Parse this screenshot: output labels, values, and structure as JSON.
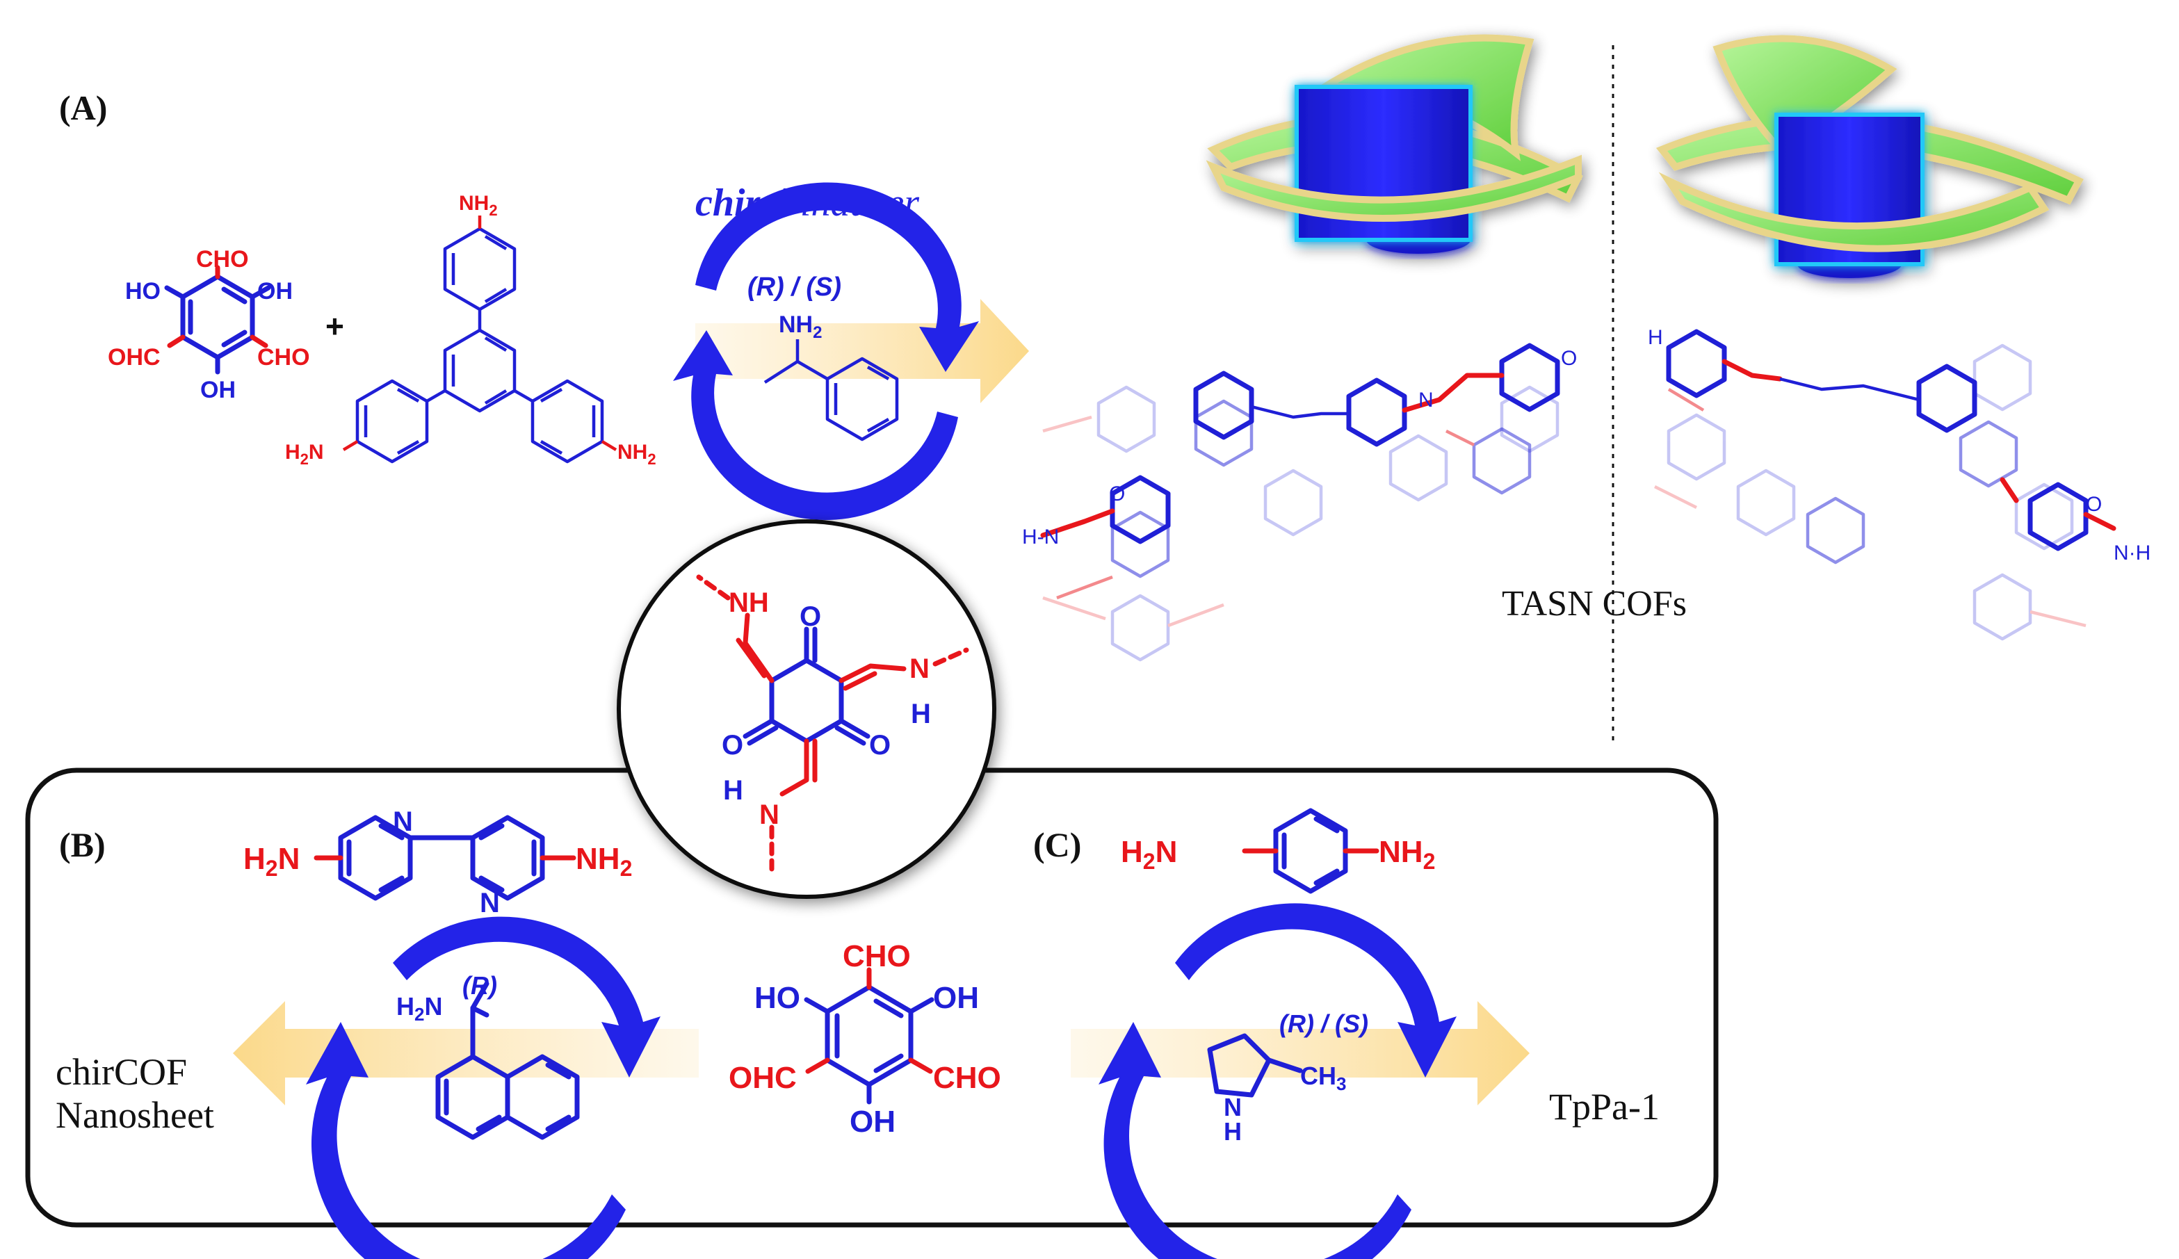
{
  "panels": {
    "a": "(A)",
    "b": "(B)",
    "c": "(C)"
  },
  "inducer_a": {
    "chiral": "chiral",
    "inducer": "inducer",
    "config": "(R) / (S)",
    "amine": "NH",
    "amine_sub": "2"
  },
  "monomer_tp": {
    "cho_top": "CHO",
    "ho_left": "HO",
    "oh_right": "OH",
    "ohc_left": "OHC",
    "cho_right": "CHO",
    "oh_bottom": "OH"
  },
  "monomer_tapb": {
    "plus": "+",
    "nh2_top": "NH",
    "h2n_left": "H",
    "nh2_right": "NH",
    "sub": "2",
    "n": "N"
  },
  "cof_label_a": "TASN COFs",
  "linkage": {
    "nh_top": "NH",
    "n_right": "N",
    "h_right": "H",
    "h_left": "H",
    "n_left": "N",
    "o": "O"
  },
  "bipyridine": {
    "h2n": "H",
    "sub": "2",
    "n": "N",
    "nh2": "NH"
  },
  "inducer_b": {
    "h2n": "H",
    "sub": "2",
    "n": "N",
    "config": "(R)"
  },
  "chircof_label": [
    "chirCOF",
    "Nanosheet"
  ],
  "tp_center": {
    "cho_top": "CHO",
    "ho_left": "HO",
    "oh_right": "OH",
    "ohc_left": "OHC",
    "cho_right": "CHO",
    "oh_bottom": "OH"
  },
  "pda": {
    "h2n": "H",
    "sub": "2",
    "n": "N",
    "nh2": "NH"
  },
  "inducer_c": {
    "config": "(R) / (S)",
    "n": "N",
    "h": "H",
    "ch3": "CH",
    "sub": "3"
  },
  "tppa_label": "TpPa-1",
  "colors": {
    "blue": "#1f1fd6",
    "red": "#e8161b",
    "arrow_yellow": "#fde4b0",
    "ring_blue": "#2323e8",
    "disk_green": "#8be86a",
    "rim_gold": "#e8d58a"
  }
}
